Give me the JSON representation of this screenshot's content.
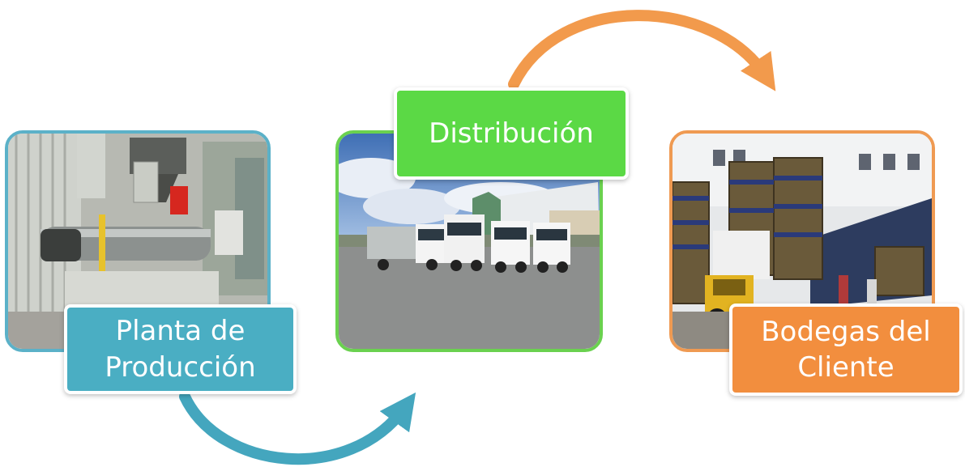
{
  "steps": [
    {
      "label": "Planta de\nProducción",
      "color": "#4aaec3",
      "photo": "factory-extruder-machine"
    },
    {
      "label": "Distribución",
      "color": "#5bd945",
      "photo": "truck-fleet-yard"
    },
    {
      "label": "Bodegas del\nCliente",
      "color": "#f28e3e",
      "photo": "warehouse-forklift-boxes"
    }
  ],
  "connectors": [
    {
      "from": "Planta de Producción",
      "to": "Distribución",
      "color": "#44a6be"
    },
    {
      "from": "Distribución",
      "to": "Bodegas del Cliente",
      "color": "#f29a4c"
    }
  ]
}
